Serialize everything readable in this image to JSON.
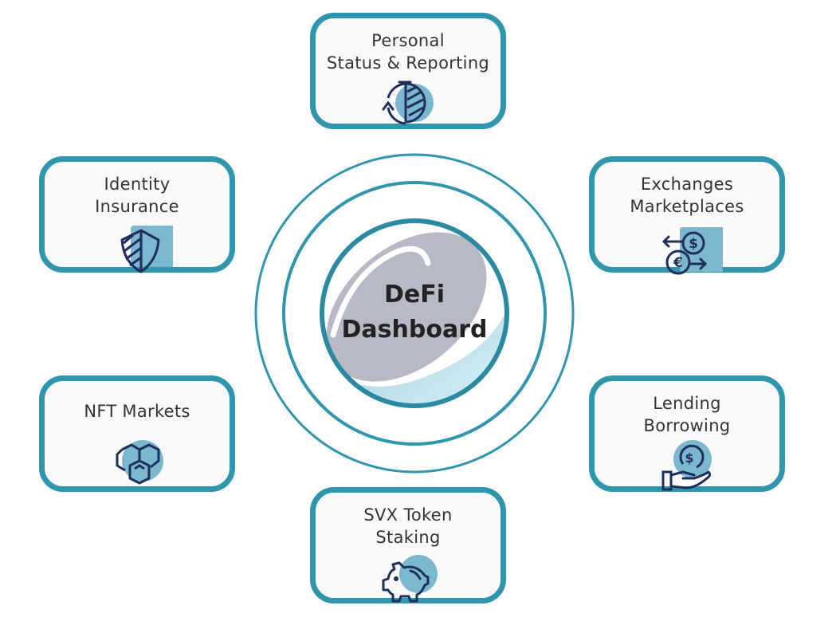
{
  "hub": {
    "title": "DeFi\nDashboard"
  },
  "colors": {
    "border": "#2f96ad",
    "icon_stroke": "#1f2f5c",
    "icon_accent": "#7bb8d0",
    "card_bg": "#fafafb",
    "hub_gray": "#b7b9c6",
    "hub_light": "#cbe8f1"
  },
  "cards": [
    {
      "id": "personal-status",
      "label": "Personal\nStatus & Reporting",
      "icon": "pie-chart-refresh-icon"
    },
    {
      "id": "identity-insurance",
      "label": "Identity\nInsurance",
      "icon": "shield-icon"
    },
    {
      "id": "exchanges",
      "label": "Exchanges\nMarketplaces",
      "icon": "currency-exchange-icon"
    },
    {
      "id": "nft-markets",
      "label": "NFT Markets",
      "icon": "hexagons-icon"
    },
    {
      "id": "lending",
      "label": "Lending\nBorrowing",
      "icon": "hand-coin-icon"
    },
    {
      "id": "staking",
      "label": "SVX Token\nStaking",
      "icon": "piggy-bank-icon"
    }
  ]
}
